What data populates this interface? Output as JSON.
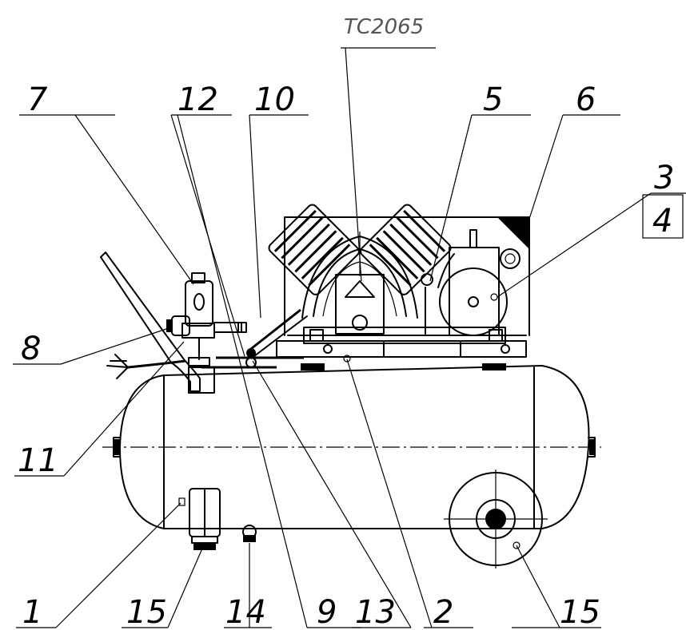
{
  "drawing": {
    "model_label": "TC2065",
    "callouts": {
      "c7": "7",
      "c12": "12",
      "c10": "10",
      "c5": "5",
      "c6": "6",
      "c3": "3",
      "c4": "4",
      "c8": "8",
      "c11": "11",
      "c1": "1",
      "c15a": "15",
      "c14": "14",
      "c9": "9",
      "c13": "13",
      "c2": "2",
      "c15b": "15"
    }
  }
}
